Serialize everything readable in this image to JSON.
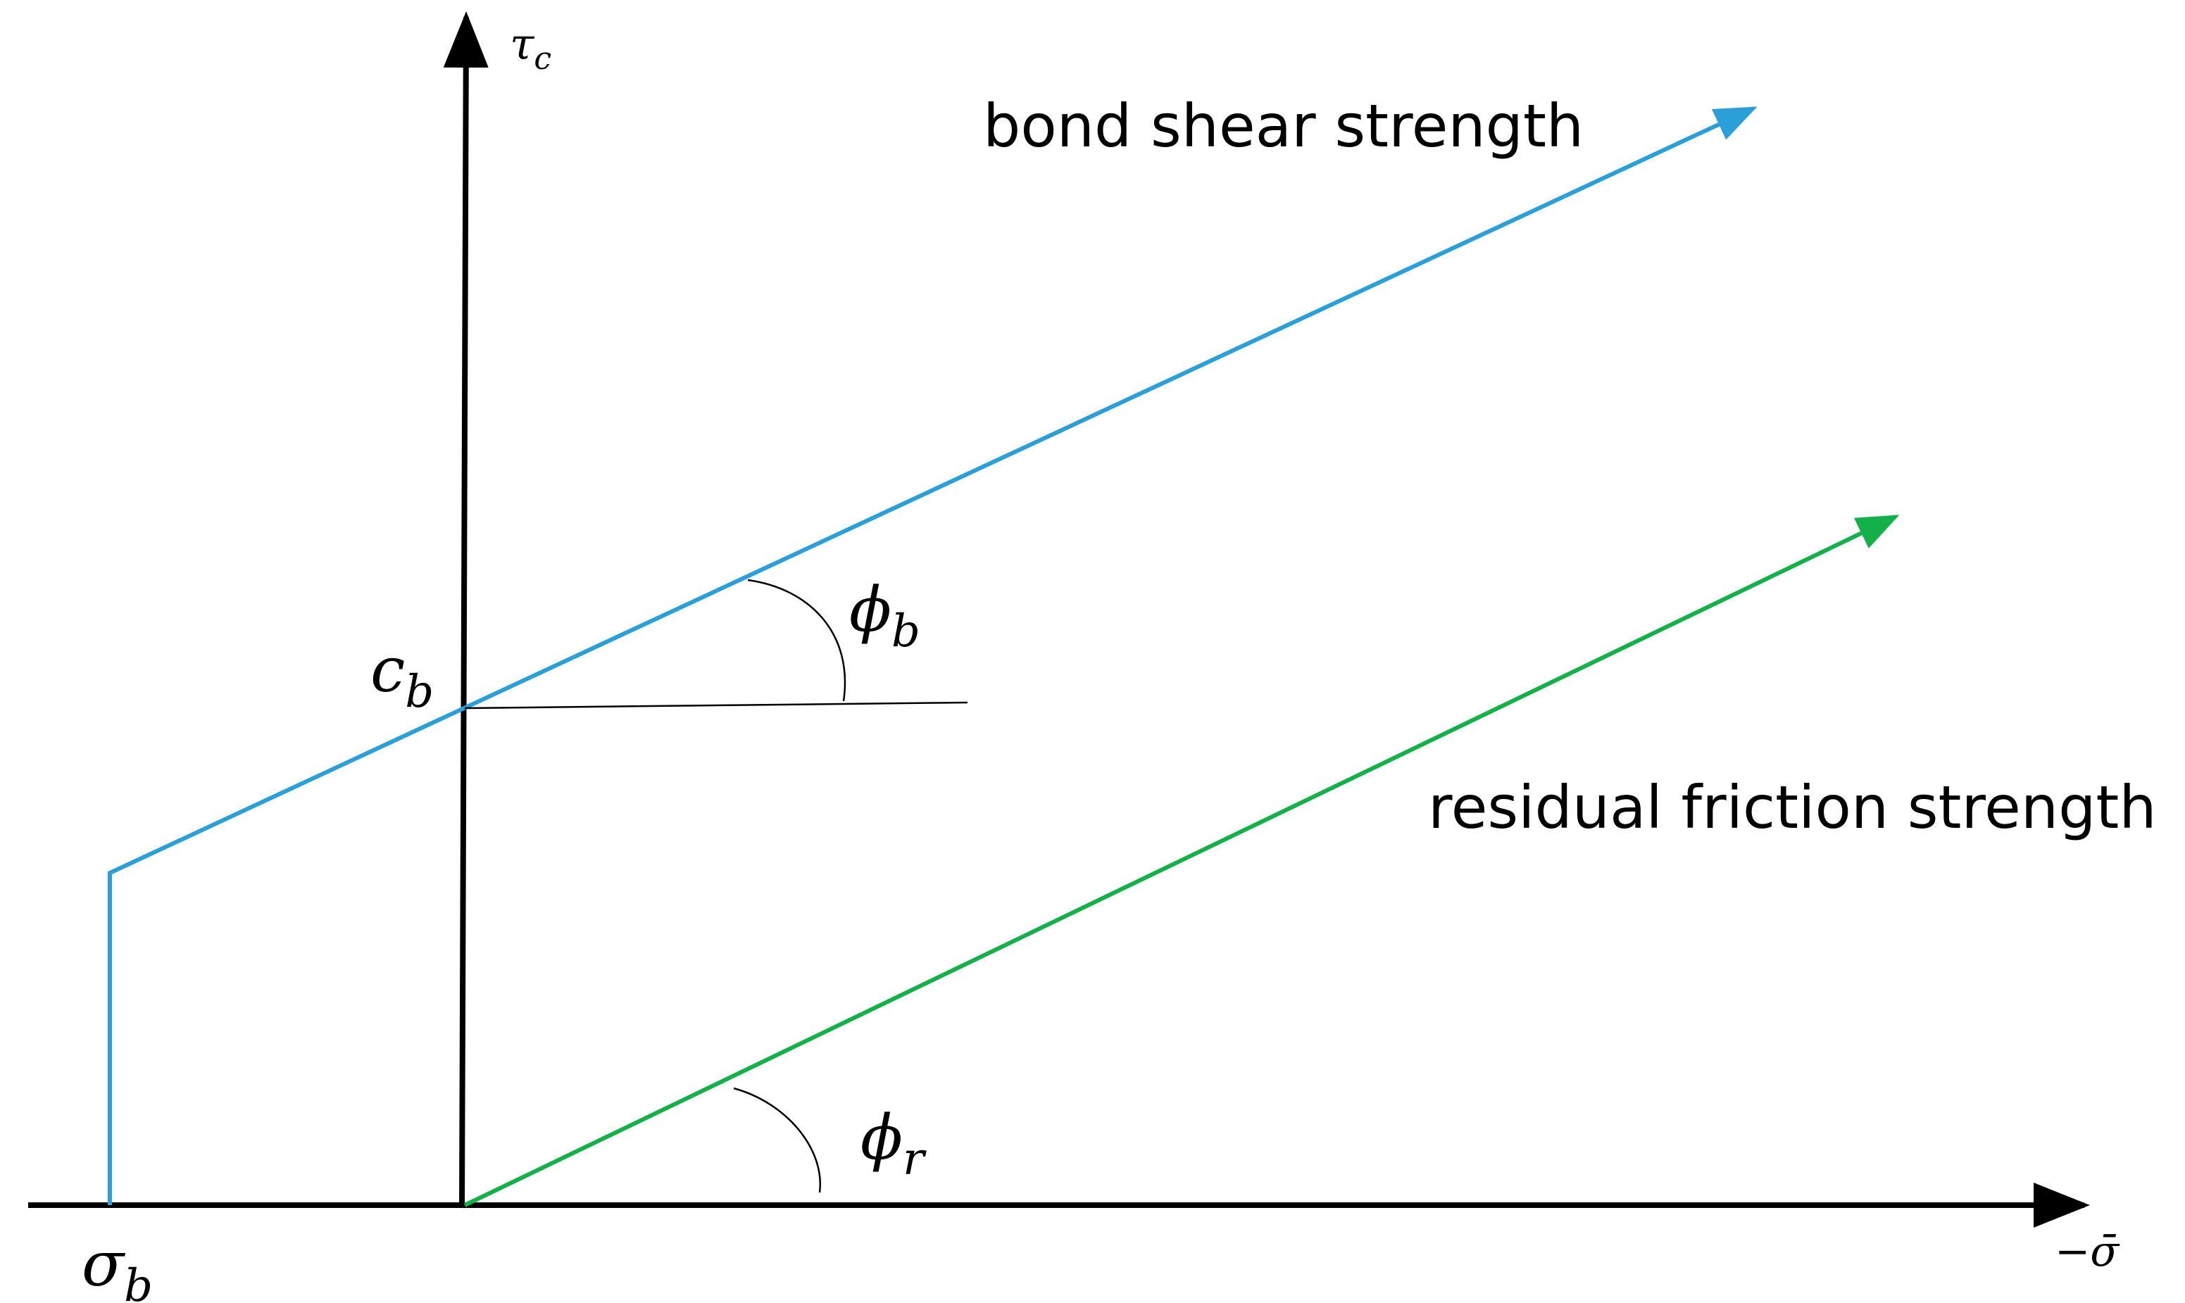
{
  "labels": {
    "tau_main": "τ",
    "tau_sub": "c",
    "sigma_bar": "−σ̄",
    "sigma_b_main": "σ",
    "sigma_b_sub": "b",
    "c_b_main": "c",
    "c_b_sub": "b",
    "phi_b_main": "ϕ",
    "phi_b_sub": "b",
    "phi_r_main": "ϕ",
    "phi_r_sub": "r",
    "bond": "bond shear strength",
    "residual": "residual friction strength"
  },
  "colors": {
    "axis": "#000000",
    "bond": "#2a9fd8",
    "residual": "#14b04a"
  }
}
